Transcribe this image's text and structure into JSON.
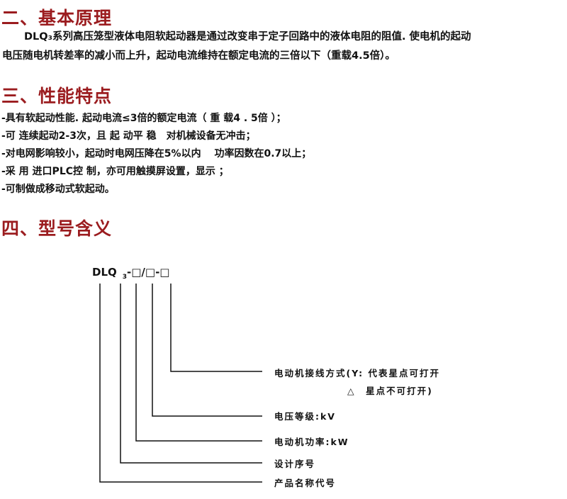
{
  "section2": {
    "title": "二、基本原理",
    "para_line1": "DLQ₃系列高压笼型液体电阻软起动器是通过改变串于定子回路中的液体电阻的阻值. 使电机的起动",
    "para_line2": "电压随电机转差率的减小而上升，起动电流维持在额定电流的三倍以下（重载4.5倍）。"
  },
  "section3": {
    "title": "三、性能特点",
    "items": [
      "-具有软起动性能. 起动电流≤3倍的额定电流（ 重 载4 . 5倍 ）；",
      "-可 连续起动2-3次，且 起 动平 稳　对机械设备无冲击；",
      "-对电网影响较小，起动时电网压降在5%以内　 功率因数在0.7以上；",
      "-采 用 进口PLC控 制，亦可用触摸屏设置，显示 ；",
      "-可制做成移动式软起动。"
    ]
  },
  "section4": {
    "title": "四、型号含义",
    "model_prefix": "DLQ",
    "model_sub": "3",
    "model_rest": "-□/□-□",
    "labels": [
      "电动机接线方式(Y: 代表星点可打开",
      "△　星点不可打开)",
      "电压等级:kV",
      "电动机功率:kW",
      "设计序号",
      "产品名称代号"
    ]
  },
  "colors": {
    "heading": "#9b1c1f"
  }
}
